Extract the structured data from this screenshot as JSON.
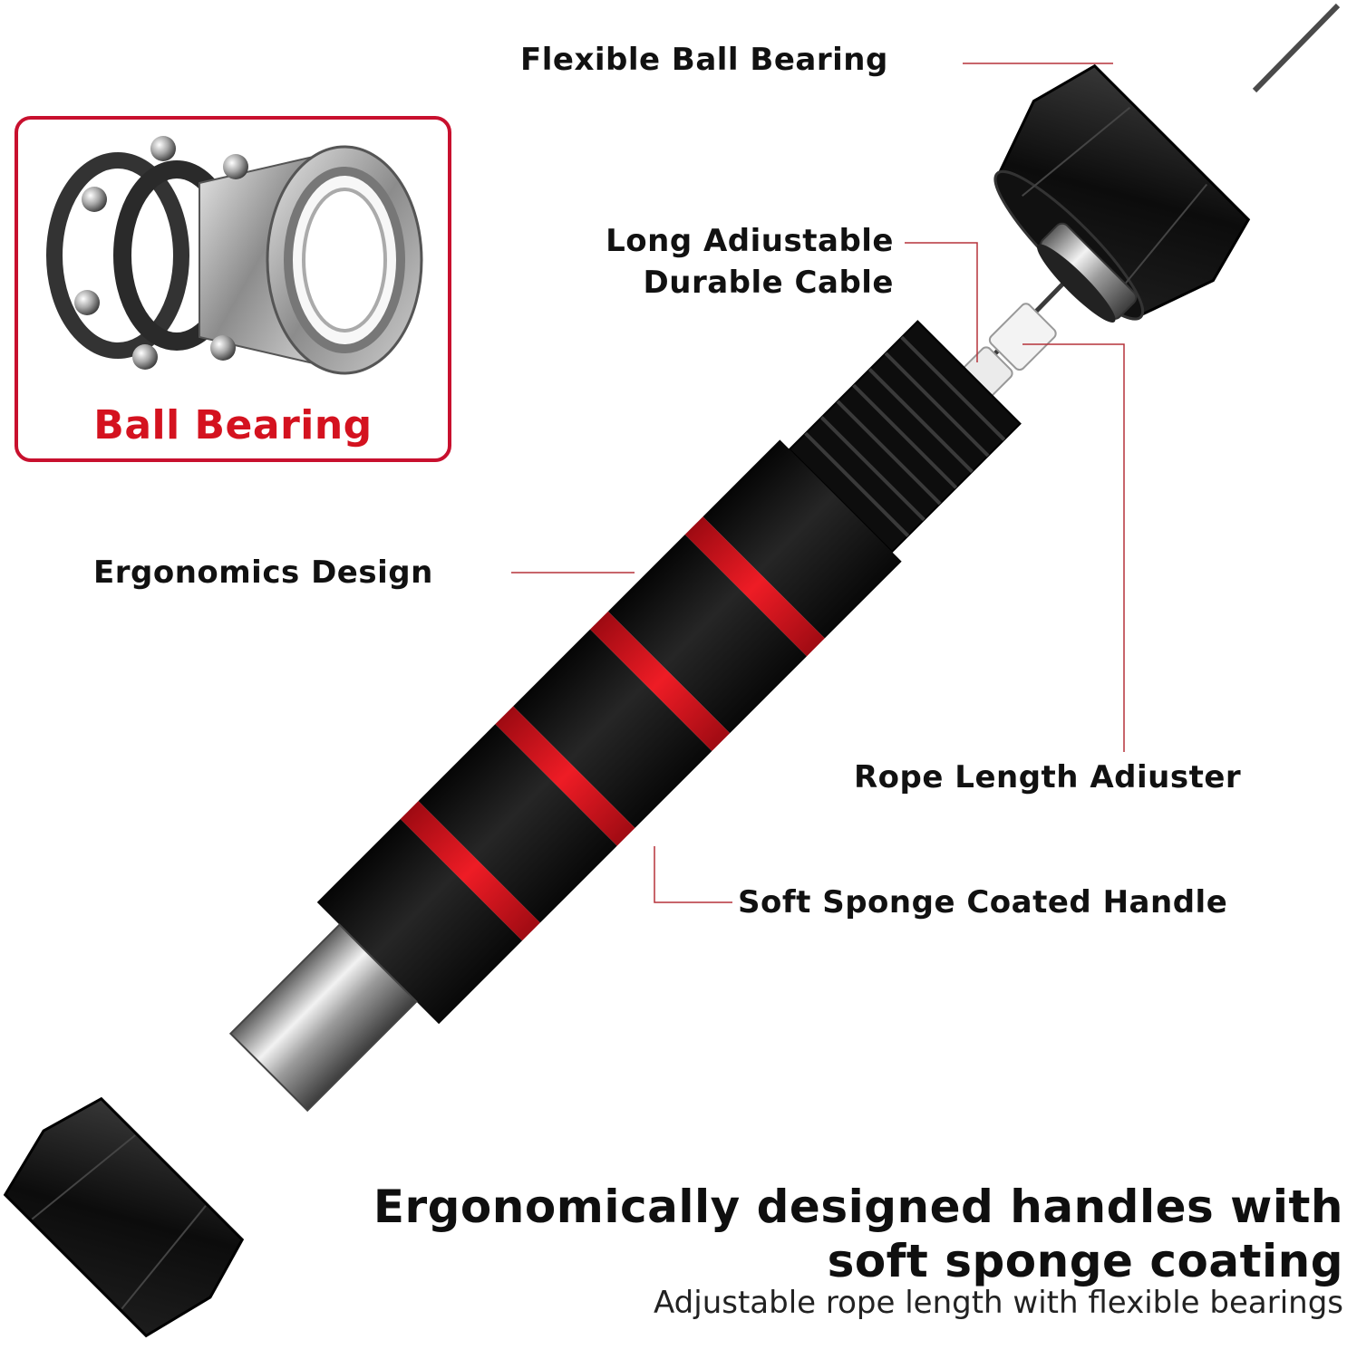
{
  "callouts": {
    "flexible_ball_bearing": "Flexible Ball Bearing",
    "long_cable_line1": "Long Adiustable",
    "long_cable_line2": "Durable Cable",
    "ergonomics_design": "Ergonomics Design",
    "rope_length_adjuster": "Rope Length Adiuster",
    "soft_sponge_handle": "Soft Sponge Coated Handle"
  },
  "inset": {
    "title": "Ball Bearing"
  },
  "headline": {
    "line1": "Ergonomically designed handles with",
    "line2": "soft sponge coating"
  },
  "subline": "Adjustable rope length with flexible bearings",
  "colors": {
    "accent_red": "#d4121f",
    "foam_black": "#141414",
    "callout_line": "#b5323a"
  }
}
